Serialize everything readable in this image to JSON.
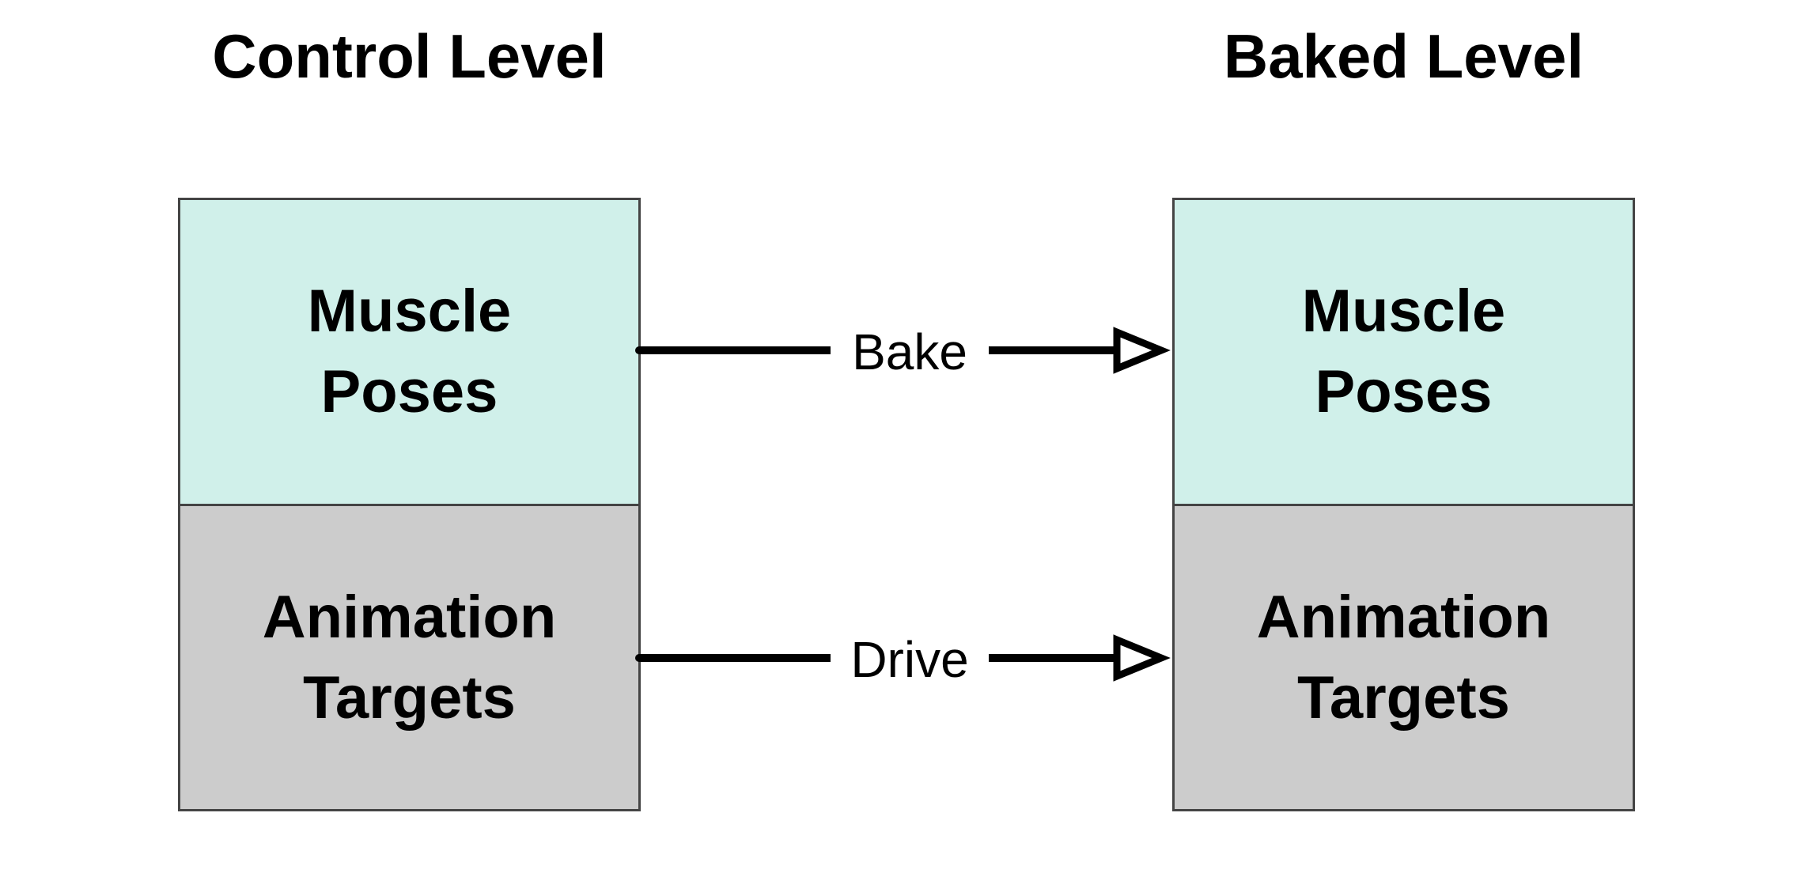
{
  "diagram": {
    "left_title": "Control Level",
    "right_title": "Baked Level",
    "left_stack": {
      "top": {
        "line1": "Muscle",
        "line2": "Poses"
      },
      "bottom": {
        "line1": "Animation",
        "line2": "Targets"
      }
    },
    "right_stack": {
      "top": {
        "line1": "Muscle",
        "line2": "Poses"
      },
      "bottom": {
        "line1": "Animation",
        "line2": "Targets"
      }
    },
    "edges": [
      {
        "label": "Bake",
        "from": "control-muscle-poses",
        "to": "baked-muscle-poses"
      },
      {
        "label": "Drive",
        "from": "control-animation-targets",
        "to": "baked-animation-targets"
      }
    ]
  },
  "colors": {
    "muscle_poses_fill": "#d0f0ea",
    "animation_targets_fill": "#cccccc",
    "border": "#444444",
    "text": "#000000"
  }
}
